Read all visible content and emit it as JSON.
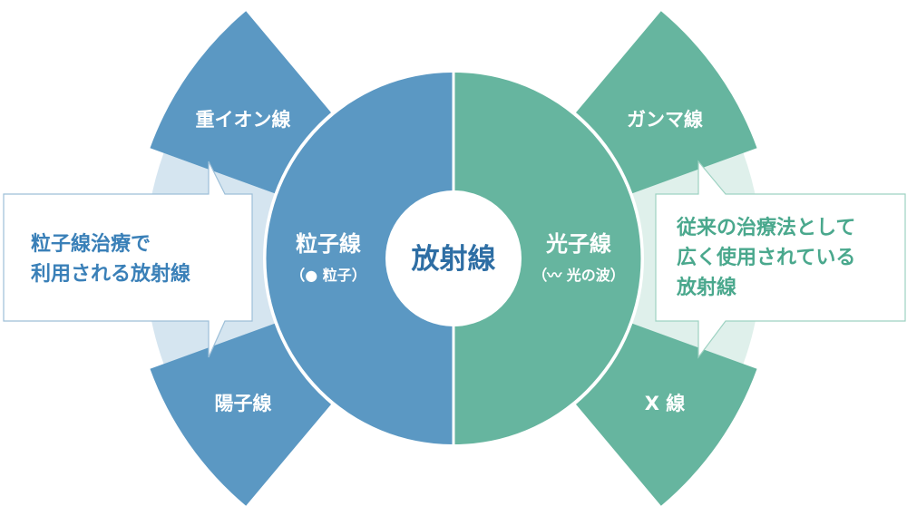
{
  "center": {
    "label": "放射線"
  },
  "particle": {
    "title": "粒子線",
    "subtitle": "（● 粒子）"
  },
  "photon": {
    "title": "光子線",
    "subtitle": "（〰 光の波）"
  },
  "wedges": {
    "heavy_ion": "重イオン線",
    "proton": "陽子線",
    "gamma": "ガンマ線",
    "xray": "X 線"
  },
  "callouts": {
    "left": [
      "粒子線治療で",
      "利用される放射線"
    ],
    "right": [
      "従来の治療法として",
      "広く使用されている",
      "放射線"
    ]
  },
  "colors": {
    "blue": "#5b98c3",
    "green": "#66b59f",
    "blue_pale": "#d5e5f0",
    "green_pale": "#dff0eb",
    "center_text": "#2e6ea4",
    "left_text": "#3a80b8",
    "right_text": "#4aa88d"
  }
}
